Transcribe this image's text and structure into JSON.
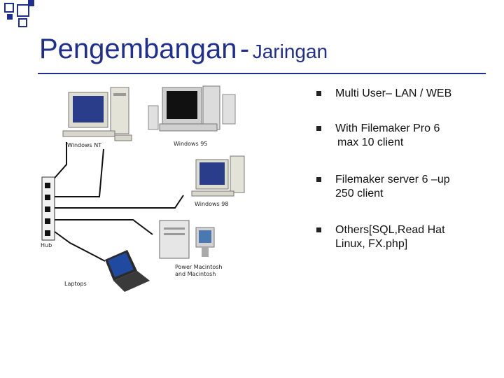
{
  "slide": {
    "title": "Pengembangan",
    "title_separator": "-",
    "subtitle": "Jaringan"
  },
  "diagram": {
    "labels": {
      "windows_nt": "Windows NT",
      "windows_95": "Windows 95",
      "windows_98": "Windows 98",
      "hub": "Hub",
      "mac_line1": "Power Macintosh",
      "mac_line2": "and Macintosh",
      "laptops": "Laptops"
    }
  },
  "bullets": [
    {
      "line1": "Multi User– LAN / WEB",
      "line2": ""
    },
    {
      "line1": "With Filemaker Pro 6",
      "line2": "max 10 client"
    },
    {
      "line1": "Filemaker server 6 –up",
      "line2": "250 client"
    },
    {
      "line1": "Others[SQL,Read Hat",
      "line2": "Linux, FX.php]"
    }
  ],
  "colors": {
    "title": "#1f2f8f",
    "corner_squares": "#1f2f8f",
    "text": "#111111"
  }
}
